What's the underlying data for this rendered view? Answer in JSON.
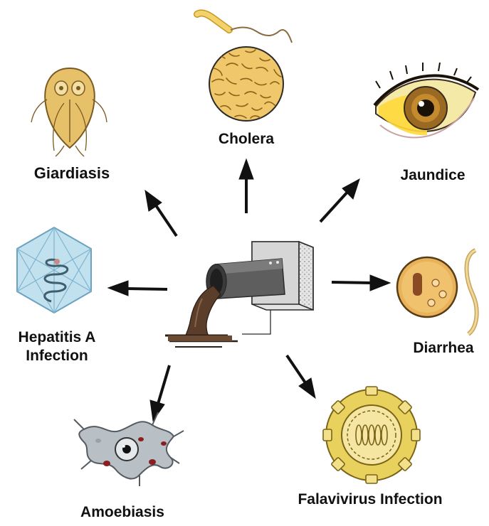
{
  "center": {
    "name": "sewage-pipe"
  },
  "diseases": {
    "cholera": {
      "label": "Cholera",
      "icon": "vibrio-bacteria"
    },
    "giardiasis": {
      "label": "Giardiasis",
      "icon": "giardia-parasite"
    },
    "jaundice": {
      "label": "Jaundice",
      "icon": "yellow-eye"
    },
    "hepatitis": {
      "label_line1": "Hepatitis A",
      "label_line2": "Infection",
      "icon": "virus-capsid"
    },
    "diarrhea": {
      "label": "Diarrhea",
      "icon": "cyst-microbe"
    },
    "amoebiasis": {
      "label": "Amoebiasis",
      "icon": "amoeba-cell"
    },
    "flavivirus": {
      "label": "Falavivirus Infection",
      "icon": "flavivirus-particle"
    }
  },
  "colors": {
    "arrow": "#111111",
    "sewage": "#5a3d2b",
    "pipe": "#4a4a4a",
    "wall": "#d6d6d6",
    "bacteria": "#e2b550",
    "virus_blue": "#a9d3e6",
    "amoeba": "#9fa7ae",
    "flavi": "#e8cf5b"
  }
}
